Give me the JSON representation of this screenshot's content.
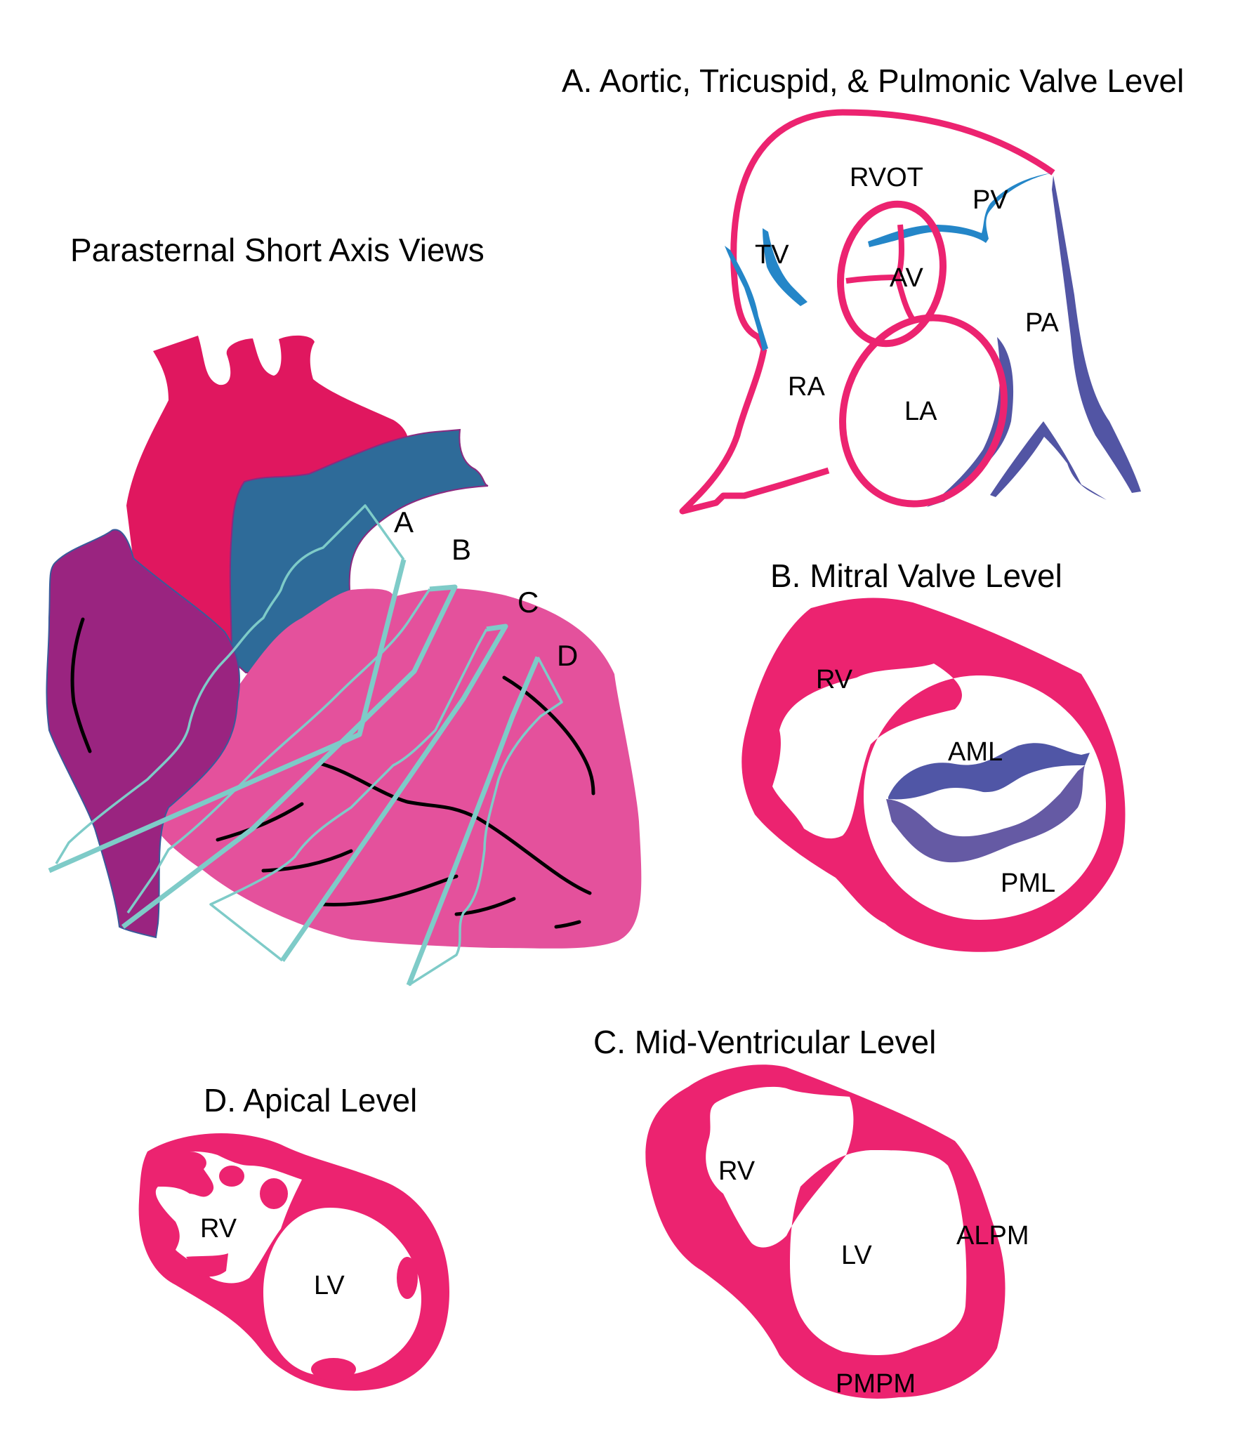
{
  "figure": {
    "main_title": "Parasternal Short Axis Views",
    "colors": {
      "aorta": "#e0175f",
      "pulmonary_artery": "#2e6b99",
      "right_atrium": "#9a2480",
      "ventricles": "#e4519c",
      "myocardium": "#ec2370",
      "valve_blue": "#2486c8",
      "pa_wall": "#5255a4",
      "mitral_leaflet": "#5056a6",
      "mitral_posterior": "#655aa4",
      "scan_plane": "#7ecbc8",
      "coronary": "#000000"
    },
    "scan_planes": [
      "A",
      "B",
      "C",
      "D"
    ]
  },
  "panels": {
    "a": {
      "title": "A. Aortic, Tricuspid, & Pulmonic Valve Level",
      "labels": {
        "rvot": "RVOT",
        "pv": "PV",
        "tv": "TV",
        "av": "AV",
        "pa": "PA",
        "ra": "RA",
        "la": "LA"
      }
    },
    "b": {
      "title": "B. Mitral Valve Level",
      "labels": {
        "rv": "RV",
        "aml": "AML",
        "pml": "PML"
      }
    },
    "c": {
      "title": "C. Mid-Ventricular Level",
      "labels": {
        "rv": "RV",
        "lv": "LV",
        "alpm": "ALPM",
        "pmpm": "PMPM"
      }
    },
    "d": {
      "title": "D. Apical Level",
      "labels": {
        "rv": "RV",
        "lv": "LV"
      }
    }
  }
}
